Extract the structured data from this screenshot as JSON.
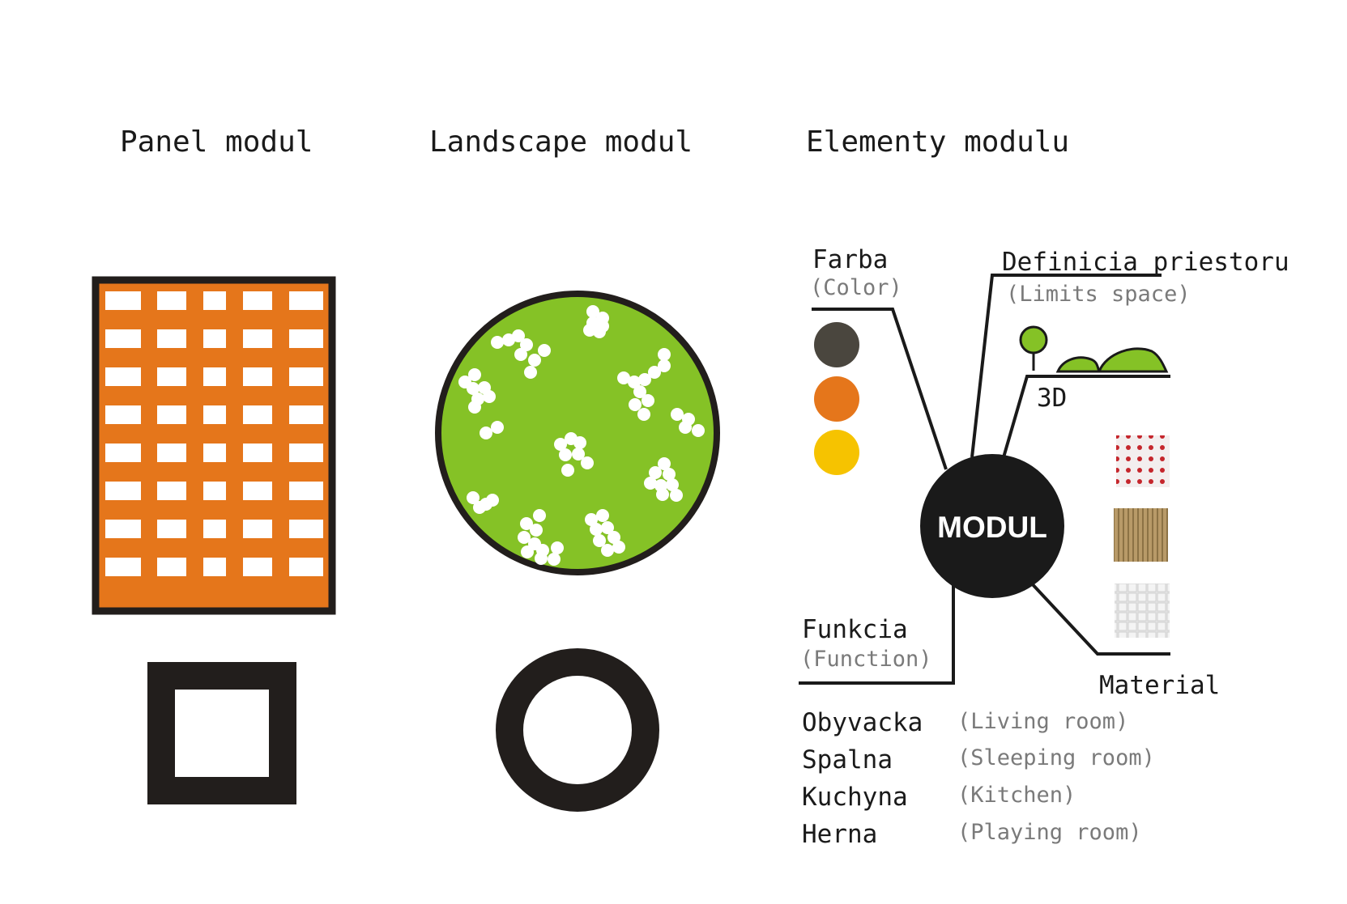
{
  "titles": {
    "panel": "Panel modul",
    "landscape": "Landscape modul",
    "elements": "Elementy modulu"
  },
  "center": {
    "label": "MODUL"
  },
  "color_group": {
    "label": "Farba",
    "sub": "(Color)",
    "swatches": [
      "#4a463e",
      "#e5761b",
      "#f6c300"
    ]
  },
  "space_group": {
    "label": "Definicia priestoru",
    "sub": "(Limits space)",
    "dim_label": "3D"
  },
  "function_group": {
    "label": "Funkcia",
    "sub": "(Function)",
    "rooms": [
      {
        "name": "Obyvacka",
        "en": "(Living room)"
      },
      {
        "name": "Spalna",
        "en": "(Sleeping room)"
      },
      {
        "name": "Kuchyna",
        "en": "(Kitchen)"
      },
      {
        "name": "Herna",
        "en": "(Playing room)"
      }
    ]
  },
  "material_group": {
    "label": "Material"
  },
  "colors": {
    "orange": "#e5761b",
    "green": "#85c226",
    "dark": "#221e1c",
    "white": "#ffffff"
  }
}
